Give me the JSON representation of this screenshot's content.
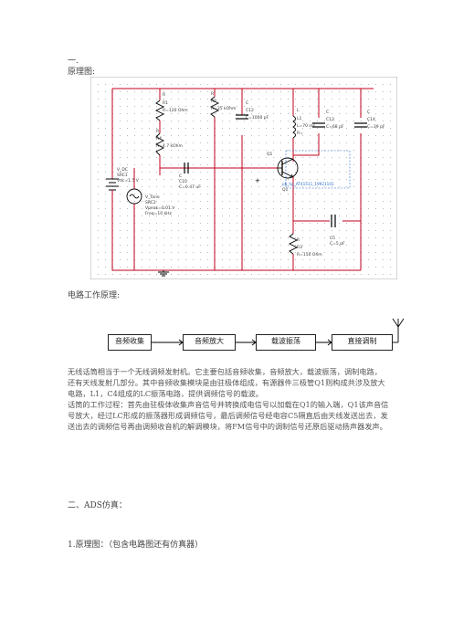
{
  "heading_1": "一.",
  "label_schematic": "原理图:",
  "label_working_principle": "电路工作原理:",
  "block_diagram": {
    "blocks": [
      "音频收集",
      "音频放大",
      "载波振荡",
      "直接调制"
    ]
  },
  "description": {
    "p1": "无线话筒相当于一个无线调频发射机。它主要包括音频收集，音频放大，载波振荡，调制电路，还有天线发射几部分。其中音频收集模块是由驻极体组成，有源器件三极管Q1则构成共涉及放大电路，L1，C4组成的LC振荡电路，提供调频信号的载波。",
    "p2": "话筒的工作过程：首先由驻极体收集声音信号并转换成电信号以加载在Q1的输入端，Q1该声音信号放大，经过LC形成的振荡器形成调频信号，最后调频信号经电容C5隔直后由天线发送出去，发送出去的调频信号再由调频收音机的解调模块，将FM信号中的调制信号还原后驱动扬声器发声。"
  },
  "heading_2": "二、ADS仿真：",
  "heading_3": "1.原理图：（包含电路图还有仿真器）",
  "schematic": {
    "components": {
      "r1": [
        "R",
        "R1",
        "R=120 Ohm"
      ],
      "r2": [
        "R",
        "R2",
        "R=35 kOhm"
      ],
      "r4": [
        "R",
        "R4",
        "R=4.7 kOhm"
      ],
      "r3": [
        "R",
        "R3",
        "R=150 Ohm"
      ],
      "c12": [
        "C",
        "C12",
        "C=1000 pF"
      ],
      "l1": [
        "L",
        "L1",
        "L=70 nH",
        "R="
      ],
      "c13": [
        "C",
        "C13",
        "C=68 pF"
      ],
      "c14": [
        "C",
        "C14",
        "C=39 pF"
      ],
      "c10": [
        "C",
        "C10",
        "C=0.47 uF"
      ],
      "c5": [
        "C5",
        "C=5 pF"
      ],
      "vdc": [
        "V_DC",
        "SRC1",
        "Vdc=1.5 V"
      ],
      "vtone": [
        "V_Tone",
        "SRC2",
        "Vpeak=0.01 V",
        "Freq=10 kHz"
      ],
      "q1": [
        "Q1"
      ],
      "bjt": [
        "pb_hp_AT41511_19921101"
      ]
    }
  }
}
